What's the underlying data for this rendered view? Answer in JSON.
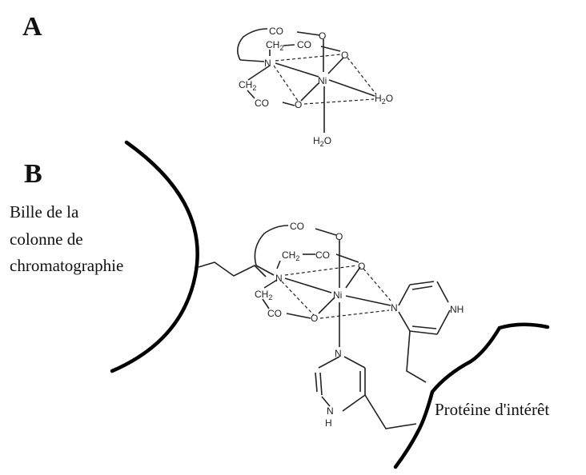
{
  "panels": {
    "a": {
      "label": "A"
    },
    "b": {
      "label": "B"
    }
  },
  "captions": {
    "bead_line1": "Bille de la",
    "bead_line2": "colonne de",
    "bead_line3": "chromatographie",
    "protein": "Protéine d'intérêt"
  },
  "chem": {
    "co": "CO",
    "o": "O",
    "n": "N",
    "ni": "Ni",
    "ch": "CH",
    "two": "2",
    "h": "H",
    "nh": "NH",
    "h2o_h": "H",
    "h2o_o": "O"
  }
}
